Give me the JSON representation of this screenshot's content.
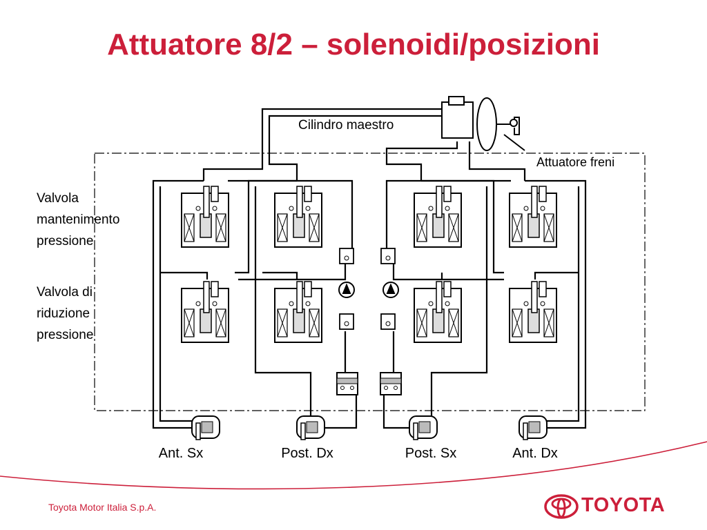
{
  "title": "Attuatore 8/2 – solenoidi/posizioni",
  "labels": {
    "master_cylinder": "Cilindro maestro",
    "actuator": "Attuatore freni",
    "hold_valve": [
      "Valvola",
      "mantenimento",
      "pressione"
    ],
    "reduce_valve": [
      "Valvola di",
      "riduzione",
      "pressione"
    ]
  },
  "wheels": [
    "Ant. Sx",
    "Post. Dx",
    "Post. Sx",
    "Ant. Dx"
  ],
  "footer": {
    "company": "Toyota Motor Italia S.p.A.",
    "logo_text": "TOYOTA"
  },
  "colors": {
    "accent": "#cc1f3a",
    "line": "#000000"
  }
}
